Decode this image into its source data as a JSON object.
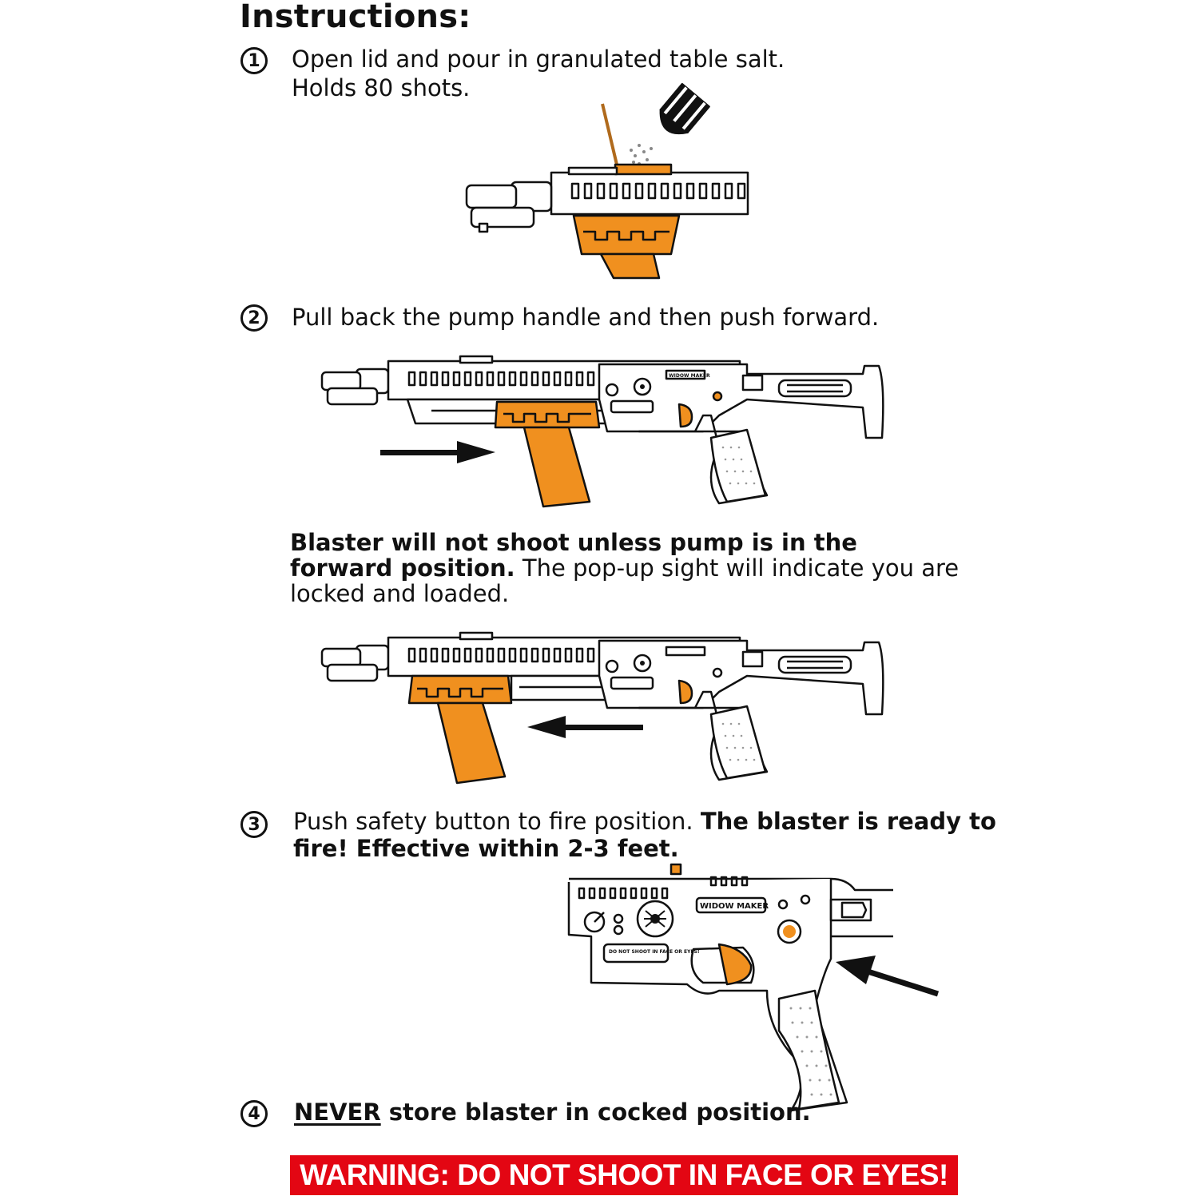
{
  "title": "Instructions:",
  "steps": [
    {
      "number": "1",
      "line1": "Open lid and pour in granulated table salt.",
      "line2": "Holds 80 shots."
    },
    {
      "number": "2",
      "line1": "Pull back the pump handle and then push forward."
    },
    {
      "number": "3",
      "normal": "Push safety button to fire position. ",
      "bold1": "The blaster is ready to",
      "bold2": "fire! Effective within 2-3 feet."
    },
    {
      "number": "4",
      "underline": "NEVER",
      "rest": " store blaster in cocked position."
    }
  ],
  "note": {
    "bold1": "Blaster will not shoot unless pump is in the",
    "bold2": "forward position.",
    "normal2": " The pop-up sight will indicate you are",
    "normal3": "locked and loaded."
  },
  "blaster_labels": {
    "brand": "WIDOW MAKER",
    "decal": "DO NOT SHOOT IN FACE OR EYES!"
  },
  "warning": {
    "label": "WARNING:",
    "text": "DO NOT SHOOT IN FACE OR EYES!"
  },
  "colors": {
    "accent": "#f0901f",
    "warning_bg": "#e30613",
    "ink": "#111111"
  },
  "icons": [
    "salt-shaker-icon",
    "arrow-right-icon",
    "arrow-left-icon",
    "arrow-pointer-icon",
    "spider-icon"
  ]
}
